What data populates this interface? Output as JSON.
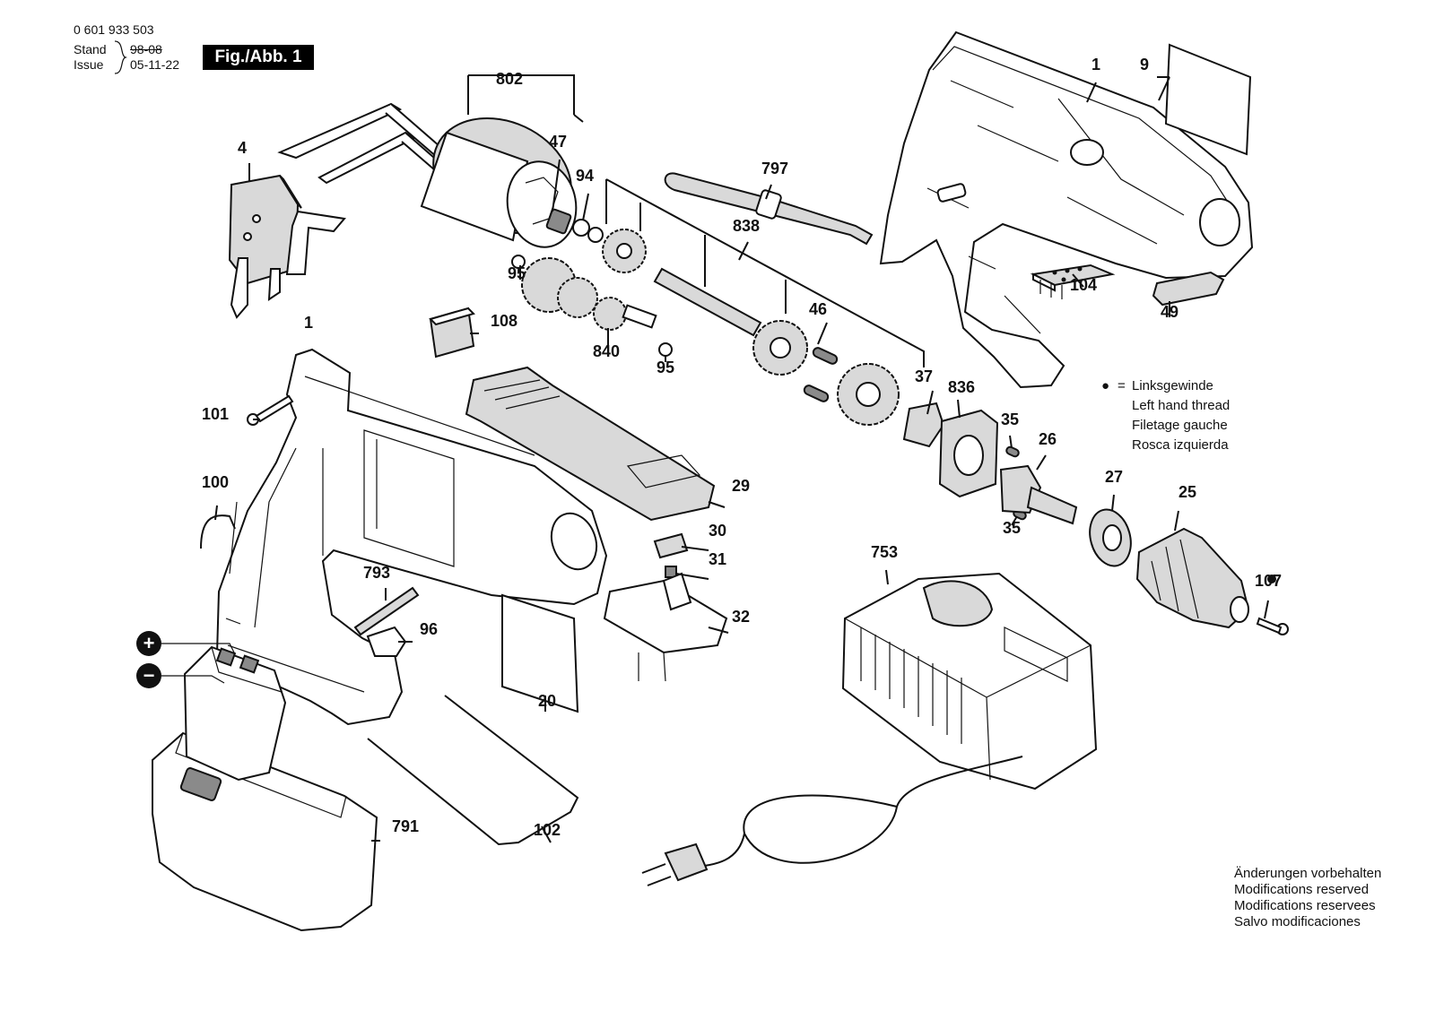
{
  "header": {
    "part_number": "0 601 933 503",
    "stand_label": "Stand",
    "stand_date": "98-08",
    "issue_label": "Issue",
    "issue_date": "05-11-22",
    "figure_label": "Fig./Abb. 1"
  },
  "legend": {
    "symbol": "●",
    "equals": "=",
    "lines": [
      "Linksgewinde",
      "Left hand thread",
      "Filetage gauche",
      "Rosca izquierda"
    ]
  },
  "modifications": [
    "Änderungen vorbehalten",
    "Modifications reserved",
    "Modifications reservees",
    "Salvo modificaciones"
  ],
  "callouts": [
    "802",
    "4",
    "47",
    "94",
    "797",
    "1",
    "9",
    "95",
    "838",
    "104",
    "49",
    "108",
    "1",
    "46",
    "840",
    "95",
    "101",
    "37",
    "836",
    "35",
    "26",
    "100",
    "29",
    "30",
    "27",
    "25",
    "31",
    "35",
    "753",
    "107",
    "793",
    "32",
    "96",
    "20",
    "791",
    "102"
  ],
  "battery_terminals": [
    "+",
    "−"
  ],
  "colors": {
    "ink": "#111111",
    "shade": "#d9d9d9",
    "dark": "#8a8a8a",
    "badge": "#000000"
  }
}
